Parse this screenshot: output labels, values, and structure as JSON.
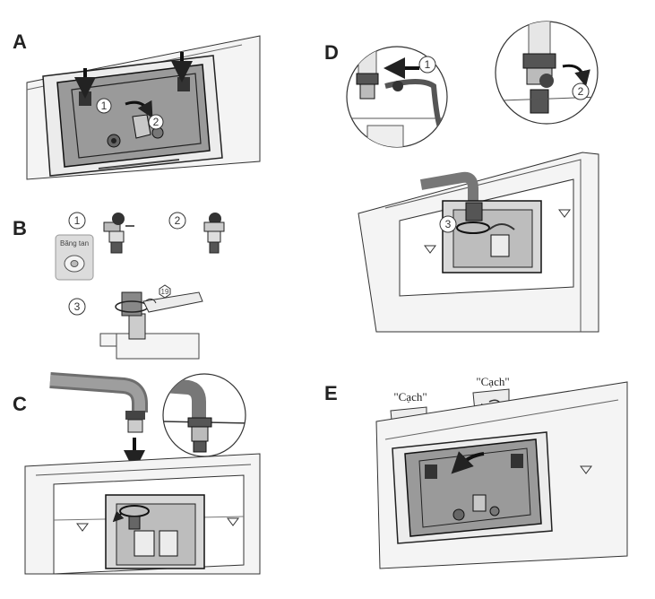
{
  "panels": {
    "a": {
      "letter": "A",
      "callouts": [
        "1",
        "2"
      ]
    },
    "b": {
      "letter": "B",
      "callouts": [
        "1",
        "2",
        "3"
      ],
      "tape_label": "Băng tan",
      "wrench_size": "19"
    },
    "c": {
      "letter": "C"
    },
    "d": {
      "letter": "D",
      "callouts": [
        "1",
        "2",
        "3"
      ]
    },
    "e": {
      "letter": "E",
      "sounds": [
        "\"Cạch\"",
        "\"Cạch\""
      ]
    }
  }
}
